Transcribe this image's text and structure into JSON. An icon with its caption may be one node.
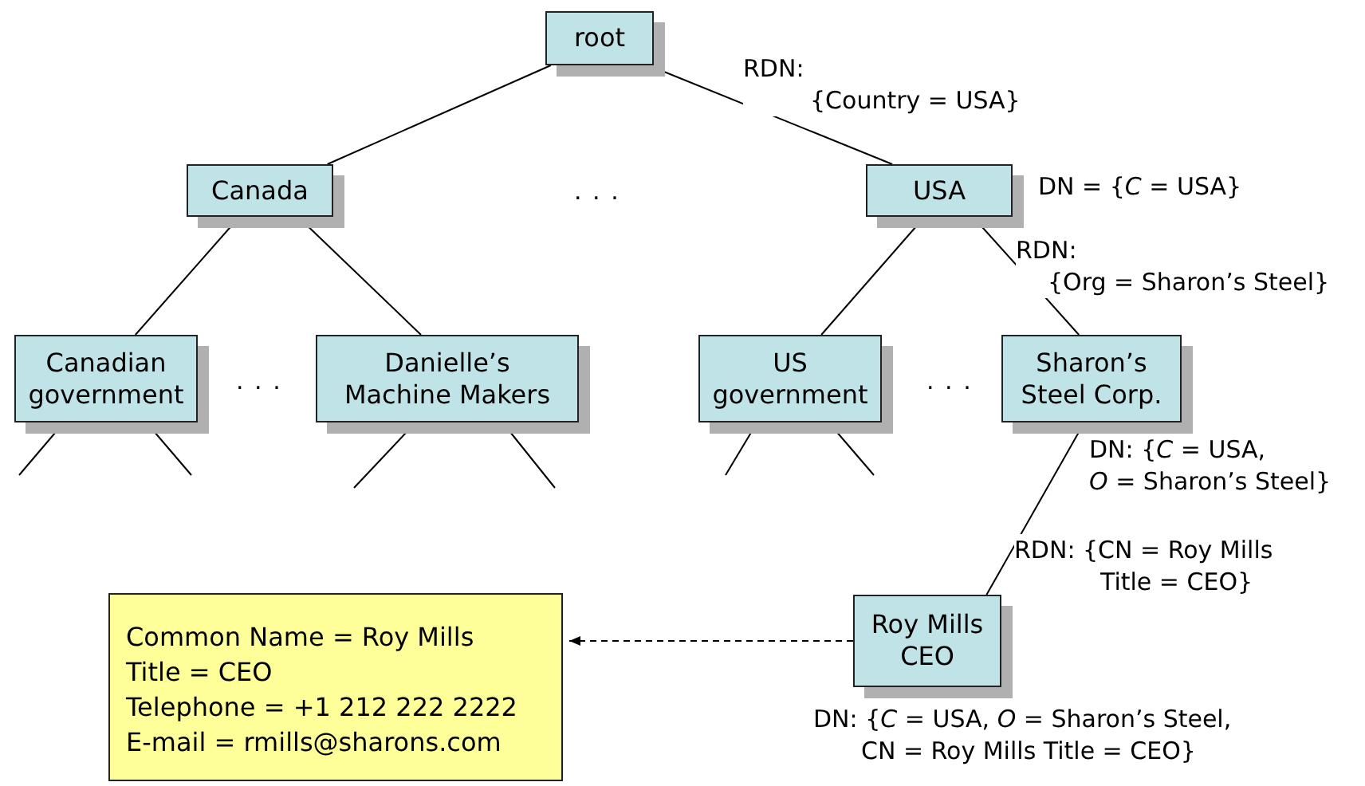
{
  "diagram": {
    "nodes": [
      {
        "text": [
          "root"
        ]
      },
      {
        "text": [
          "Canada"
        ]
      },
      {
        "text": [
          "USA"
        ],
        "beside": [
          "DN = {*C* = USA}"
        ]
      },
      {
        "text": [
          "Canadian government"
        ]
      },
      {
        "text": [
          "Danielle’s Machine Makers"
        ]
      },
      {
        "text": [
          "US government"
        ]
      },
      {
        "text": [
          "Sharon’s Steel Corp."
        ],
        "beside": [
          "DN: {*C* = USA, *O* = Sharon’s Steel}"
        ]
      },
      {
        "text": [
          "Roy Mills CEO"
        ],
        "beside": [
          "DN: {*C* = USA, *O* = Sharon’s Steel, CN = Roy Mills Title = CEO}"
        ]
      },
      {
        "text": [
          "Common Name = Roy Mills",
          "Title = CEO",
          "Telephone = +1 212 222 2222",
          "E-mail = rmills@sharons.com"
        ]
      }
    ],
    "edges": [
      {
        "from": 0,
        "to": 1,
        "arrow": "none"
      },
      {
        "from": 0,
        "to": 2,
        "arrow": "none",
        "label": "RDN: {Country = USA}"
      },
      {
        "from": 1,
        "to": 3,
        "arrow": "none"
      },
      {
        "from": 1,
        "to": 4,
        "arrow": "none"
      },
      {
        "from": 2,
        "to": 5,
        "arrow": "none"
      },
      {
        "from": 2,
        "to": 6,
        "arrow": "none",
        "label": "RDN: {Org = Sharon’s Steel}"
      },
      {
        "from": 6,
        "to": 7,
        "arrow": "none",
        "label": "RDN: {CN = Roy Mills Title = CEO}"
      },
      {
        "from": 7,
        "to": 8,
        "arrow": "to",
        "style": "dashed"
      },
      {
        "from": 3,
        "to": null,
        "arrow": "none"
      },
      {
        "from": 3,
        "to": null,
        "arrow": "none"
      },
      {
        "from": 4,
        "to": null,
        "arrow": "none"
      },
      {
        "from": 4,
        "to": null,
        "arrow": "none"
      },
      {
        "from": 5,
        "to": null,
        "arrow": "none"
      },
      {
        "from": 5,
        "to": null,
        "arrow": "none"
      }
    ],
    "labels": [
      ". . .",
      ". . .",
      ". . ."
    ]
  }
}
